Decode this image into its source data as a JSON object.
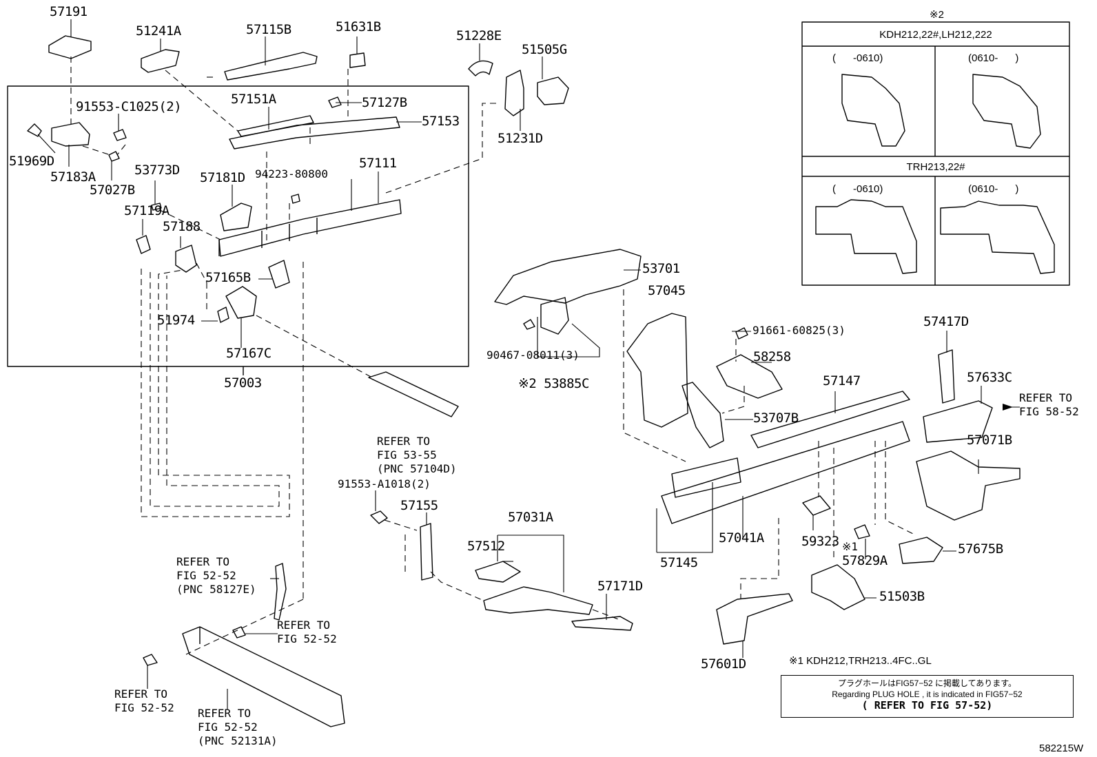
{
  "parts": {
    "p57191": "57191",
    "p51241A": "51241A",
    "p57115B": "57115B",
    "p51631B": "51631B",
    "p51228E": "51228E",
    "p51505G": "51505G",
    "p91553C": "91553-C1025(2)",
    "p57151A": "57151A",
    "p57127B": "57127B",
    "p57153": "57153",
    "p51231D": "51231D",
    "p51969D": "51969D",
    "p57183A": "57183A",
    "p57027B": "57027B",
    "p53773D": "53773D",
    "p57181D": "57181D",
    "p94223": "94223-80800",
    "p57111": "57111",
    "p57119A": "57119A",
    "p57188": "57188",
    "p57165B": "57165B",
    "p51974": "51974",
    "p57167C": "57167C",
    "p57003": "57003",
    "p53701": "53701",
    "p57045": "57045",
    "p90467": "90467-08011(3)",
    "p53885C": "※2 53885C",
    "p91661": "91661-60825(3)",
    "p58258": "58258",
    "p57417D": "57417D",
    "p57147": "57147",
    "p57633C": "57633C",
    "p53707B": "53707B",
    "p57071B": "57071B",
    "p91553A": "91553-A1018(2)",
    "p57155": "57155",
    "p57031A": "57031A",
    "p57512": "57512",
    "p57171D": "57171D",
    "p59323": "59323",
    "p57041A": "57041A",
    "p57145": "57145",
    "p57829A": "57829A",
    "p57829A_mark": "※1",
    "p57675B": "57675B",
    "p51503B": "51503B",
    "p57601D": "57601D"
  },
  "refs": {
    "r5355": [
      "REFER TO",
      "FIG 53-55",
      "(PNC 57104D)"
    ],
    "r5852": [
      "REFER TO",
      "FIG 58-52"
    ],
    "r5252a": [
      "REFER TO",
      "FIG 52-52",
      "(PNC 58127E)"
    ],
    "r5252b": [
      "REFER TO",
      "FIG 52-52"
    ],
    "r5252c": [
      "REFER TO",
      "FIG 52-52"
    ],
    "r5252d": [
      "REFER TO",
      "FIG 52-52",
      "(PNC 52131A)"
    ]
  },
  "inset": {
    "mark": "※2",
    "header1": "KDH212,22#,LH212,222",
    "header2": "TRH213,22#",
    "col_left": "(      -0610)",
    "col_right": "(0610-      )"
  },
  "footnote": "※1 KDH212,TRH213..4FC..GL",
  "note": {
    "jp": "プラグホールはFIG57−52 に掲載してあります。",
    "en": "Regarding  PLUG HOLE , it is indicated in FIG57−52",
    "ref": "( REFER TO FIG 57-52)"
  },
  "figure_id": "582215W"
}
